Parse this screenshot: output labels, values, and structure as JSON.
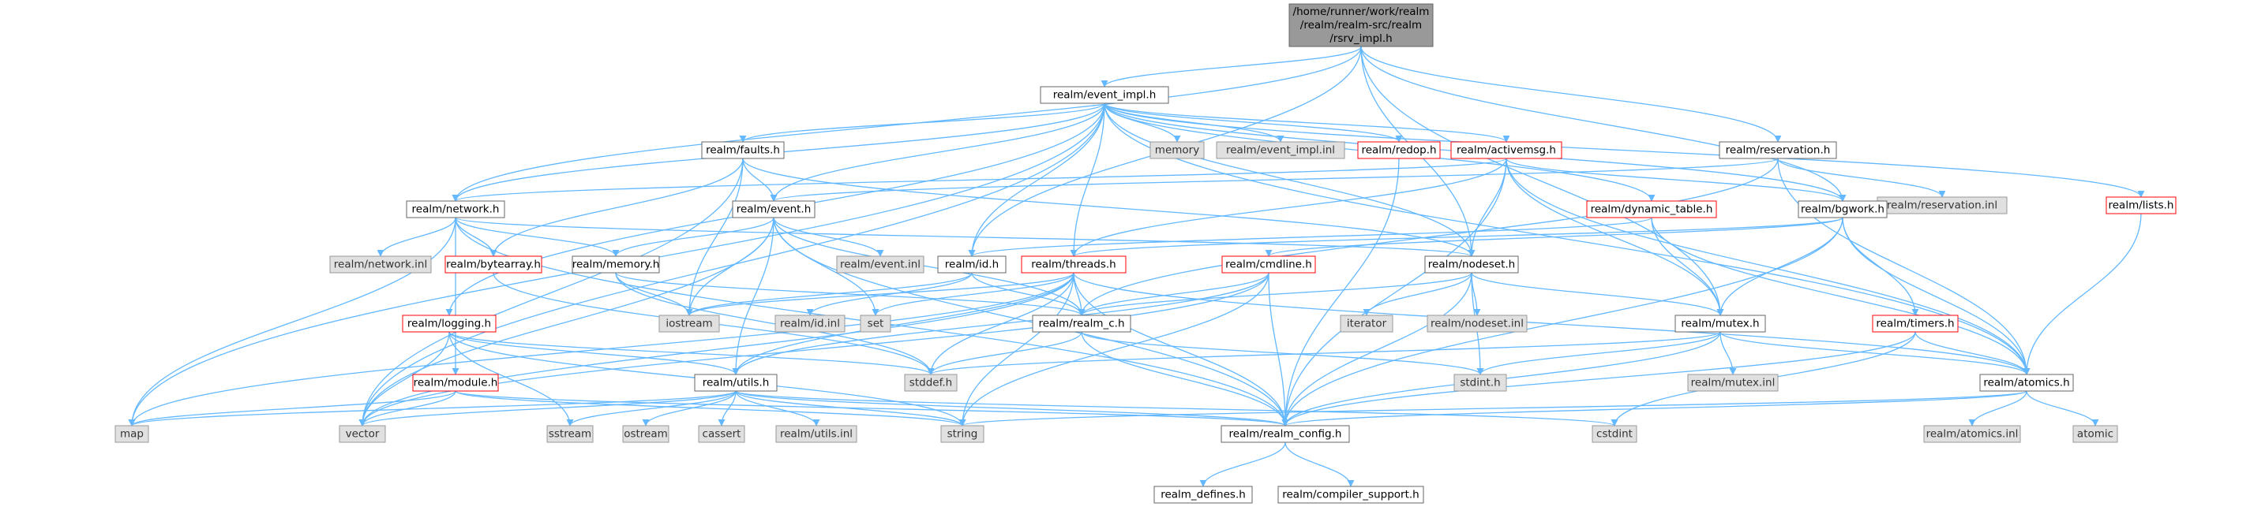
{
  "graph": {
    "nodes": [
      {
        "id": "root",
        "lines": [
          "/home/runner/work/realm",
          "/realm/realm-src/realm",
          "/rsrv_impl.h"
        ],
        "kind": "root"
      },
      {
        "id": "event_impl",
        "lines": [
          "realm/event_impl.h"
        ],
        "kind": "doc"
      },
      {
        "id": "faults",
        "lines": [
          "realm/faults.h"
        ],
        "kind": "doc"
      },
      {
        "id": "memory",
        "lines": [
          "memory"
        ],
        "kind": "std"
      },
      {
        "id": "event_impl_inl",
        "lines": [
          "realm/event_impl.inl"
        ],
        "kind": "std"
      },
      {
        "id": "redop",
        "lines": [
          "realm/redop.h"
        ],
        "kind": "red"
      },
      {
        "id": "activemsg",
        "lines": [
          "realm/activemsg.h"
        ],
        "kind": "red"
      },
      {
        "id": "reservation",
        "lines": [
          "realm/reservation.h"
        ],
        "kind": "doc"
      },
      {
        "id": "reservation_inl",
        "lines": [
          "realm/reservation.inl"
        ],
        "kind": "std"
      },
      {
        "id": "lists",
        "lines": [
          "realm/lists.h"
        ],
        "kind": "red"
      },
      {
        "id": "network",
        "lines": [
          "realm/network.h"
        ],
        "kind": "doc"
      },
      {
        "id": "event",
        "lines": [
          "realm/event.h"
        ],
        "kind": "doc"
      },
      {
        "id": "dynamic_table",
        "lines": [
          "realm/dynamic_table.h"
        ],
        "kind": "red"
      },
      {
        "id": "bgwork",
        "lines": [
          "realm/bgwork.h"
        ],
        "kind": "doc"
      },
      {
        "id": "network_inl",
        "lines": [
          "realm/network.inl"
        ],
        "kind": "std"
      },
      {
        "id": "bytearray",
        "lines": [
          "realm/bytearray.h"
        ],
        "kind": "red"
      },
      {
        "id": "rmemory",
        "lines": [
          "realm/memory.h"
        ],
        "kind": "doc"
      },
      {
        "id": "event_inl",
        "lines": [
          "realm/event.inl"
        ],
        "kind": "std"
      },
      {
        "id": "id",
        "lines": [
          "realm/id.h"
        ],
        "kind": "doc"
      },
      {
        "id": "threads",
        "lines": [
          "realm/threads.h"
        ],
        "kind": "red"
      },
      {
        "id": "cmdline",
        "lines": [
          "realm/cmdline.h"
        ],
        "kind": "red"
      },
      {
        "id": "nodeset",
        "lines": [
          "realm/nodeset.h"
        ],
        "kind": "doc"
      },
      {
        "id": "logging",
        "lines": [
          "realm/logging.h"
        ],
        "kind": "red"
      },
      {
        "id": "iostream",
        "lines": [
          "iostream"
        ],
        "kind": "std"
      },
      {
        "id": "id_inl",
        "lines": [
          "realm/id.inl"
        ],
        "kind": "std"
      },
      {
        "id": "set",
        "lines": [
          "set"
        ],
        "kind": "std"
      },
      {
        "id": "realm_c",
        "lines": [
          "realm/realm_c.h"
        ],
        "kind": "doc"
      },
      {
        "id": "iterator",
        "lines": [
          "iterator"
        ],
        "kind": "std"
      },
      {
        "id": "nodeset_inl",
        "lines": [
          "realm/nodeset.inl"
        ],
        "kind": "std"
      },
      {
        "id": "mutex",
        "lines": [
          "realm/mutex.h"
        ],
        "kind": "doc"
      },
      {
        "id": "timers",
        "lines": [
          "realm/timers.h"
        ],
        "kind": "red"
      },
      {
        "id": "module",
        "lines": [
          "realm/module.h"
        ],
        "kind": "red"
      },
      {
        "id": "stddef",
        "lines": [
          "stddef.h"
        ],
        "kind": "std"
      },
      {
        "id": "stdint",
        "lines": [
          "stdint.h"
        ],
        "kind": "std"
      },
      {
        "id": "mutex_inl",
        "lines": [
          "realm/mutex.inl"
        ],
        "kind": "std"
      },
      {
        "id": "utils",
        "lines": [
          "realm/utils.h"
        ],
        "kind": "doc"
      },
      {
        "id": "atomics",
        "lines": [
          "realm/atomics.h"
        ],
        "kind": "doc"
      },
      {
        "id": "map",
        "lines": [
          "map"
        ],
        "kind": "std"
      },
      {
        "id": "vector",
        "lines": [
          "vector"
        ],
        "kind": "std"
      },
      {
        "id": "sstream",
        "lines": [
          "sstream"
        ],
        "kind": "std"
      },
      {
        "id": "ostream",
        "lines": [
          "ostream"
        ],
        "kind": "std"
      },
      {
        "id": "cassert",
        "lines": [
          "cassert"
        ],
        "kind": "std"
      },
      {
        "id": "utils_inl",
        "lines": [
          "realm/utils.inl"
        ],
        "kind": "std"
      },
      {
        "id": "string",
        "lines": [
          "string"
        ],
        "kind": "std"
      },
      {
        "id": "realm_config",
        "lines": [
          "realm/realm_config.h"
        ],
        "kind": "doc"
      },
      {
        "id": "cstdint",
        "lines": [
          "cstdint"
        ],
        "kind": "std"
      },
      {
        "id": "atomics_inl",
        "lines": [
          "realm/atomics.inl"
        ],
        "kind": "std"
      },
      {
        "id": "atomic",
        "lines": [
          "atomic"
        ],
        "kind": "std"
      },
      {
        "id": "realm_defines",
        "lines": [
          "realm_defines.h"
        ],
        "kind": "doc"
      },
      {
        "id": "compiler_support",
        "lines": [
          "realm/compiler_support.h"
        ],
        "kind": "doc"
      }
    ],
    "edges": [
      [
        "root",
        "event_impl"
      ],
      [
        "root",
        "network"
      ],
      [
        "root",
        "id"
      ],
      [
        "root",
        "nodeset"
      ],
      [
        "root",
        "bgwork"
      ],
      [
        "root",
        "reservation"
      ],
      [
        "root",
        "mutex"
      ],
      [
        "event_impl",
        "faults"
      ],
      [
        "event_impl",
        "memory"
      ],
      [
        "event_impl",
        "event_impl_inl"
      ],
      [
        "event_impl",
        "redop"
      ],
      [
        "event_impl",
        "activemsg"
      ],
      [
        "event_impl",
        "lists"
      ],
      [
        "event_impl",
        "network"
      ],
      [
        "event_impl",
        "event"
      ],
      [
        "event_impl",
        "id"
      ],
      [
        "event_impl",
        "threads"
      ],
      [
        "event_impl",
        "nodeset"
      ],
      [
        "event_impl",
        "dynamic_table"
      ],
      [
        "event_impl",
        "bgwork"
      ],
      [
        "event_impl",
        "logging"
      ],
      [
        "event_impl",
        "map"
      ],
      [
        "event_impl",
        "vector"
      ],
      [
        "event_impl",
        "atomics"
      ],
      [
        "faults",
        "event"
      ],
      [
        "faults",
        "bytearray"
      ],
      [
        "faults",
        "iostream"
      ],
      [
        "faults",
        "vector"
      ],
      [
        "faults",
        "nodeset"
      ],
      [
        "redop",
        "realm_config"
      ],
      [
        "activemsg",
        "network"
      ],
      [
        "activemsg",
        "threads"
      ],
      [
        "activemsg",
        "nodeset"
      ],
      [
        "activemsg",
        "mutex"
      ],
      [
        "activemsg",
        "bgwork"
      ],
      [
        "activemsg",
        "atomics"
      ],
      [
        "activemsg",
        "realm_config"
      ],
      [
        "reservation",
        "event"
      ],
      [
        "reservation",
        "reservation_inl"
      ],
      [
        "reservation",
        "atomics"
      ],
      [
        "reservation",
        "realm_c"
      ],
      [
        "lists",
        "atomics"
      ],
      [
        "network",
        "network_inl"
      ],
      [
        "network",
        "bytearray"
      ],
      [
        "network",
        "rmemory"
      ],
      [
        "network",
        "module"
      ],
      [
        "network",
        "nodeset"
      ],
      [
        "network",
        "map"
      ],
      [
        "network",
        "realm_config"
      ],
      [
        "event",
        "event_inl"
      ],
      [
        "event",
        "rmemory"
      ],
      [
        "event",
        "iostream"
      ],
      [
        "event",
        "set"
      ],
      [
        "event",
        "utils"
      ],
      [
        "event",
        "vector"
      ],
      [
        "event",
        "realm_c"
      ],
      [
        "event",
        "realm_config"
      ],
      [
        "dynamic_table",
        "mutex"
      ],
      [
        "dynamic_table",
        "atomics"
      ],
      [
        "dynamic_table",
        "id"
      ],
      [
        "bgwork",
        "mutex"
      ],
      [
        "bgwork",
        "threads"
      ],
      [
        "bgwork",
        "timers"
      ],
      [
        "bgwork",
        "atomics"
      ],
      [
        "bgwork",
        "cmdline"
      ],
      [
        "bgwork",
        "realm_config"
      ],
      [
        "bytearray",
        "stddef"
      ],
      [
        "rmemory",
        "iostream"
      ],
      [
        "rmemory",
        "realm_c"
      ],
      [
        "rmemory",
        "stddef"
      ],
      [
        "id",
        "iostream"
      ],
      [
        "id",
        "id_inl"
      ],
      [
        "id",
        "realm_c"
      ],
      [
        "threads",
        "realm_c"
      ],
      [
        "threads",
        "utils"
      ],
      [
        "threads",
        "atomics"
      ],
      [
        "threads",
        "iostream"
      ],
      [
        "threads",
        "string"
      ],
      [
        "threads",
        "map"
      ],
      [
        "threads",
        "vector"
      ],
      [
        "threads",
        "realm_config"
      ],
      [
        "threads",
        "set"
      ],
      [
        "threads",
        "stddef"
      ],
      [
        "cmdline",
        "realm_c"
      ],
      [
        "cmdline",
        "string"
      ],
      [
        "cmdline",
        "vector"
      ],
      [
        "cmdline",
        "realm_config"
      ],
      [
        "cmdline",
        "utils"
      ],
      [
        "nodeset",
        "iterator"
      ],
      [
        "nodeset",
        "nodeset_inl"
      ],
      [
        "nodeset",
        "mutex"
      ],
      [
        "nodeset",
        "stdint"
      ],
      [
        "nodeset",
        "realm_config"
      ],
      [
        "nodeset",
        "realm_c"
      ],
      [
        "logging",
        "utils"
      ],
      [
        "logging",
        "sstream"
      ],
      [
        "logging",
        "vector"
      ],
      [
        "logging",
        "stddef"
      ],
      [
        "logging",
        "string"
      ],
      [
        "realm_c",
        "realm_config"
      ],
      [
        "realm_c",
        "stddef"
      ],
      [
        "realm_c",
        "stdint"
      ],
      [
        "mutex",
        "stdint"
      ],
      [
        "mutex",
        "mutex_inl"
      ],
      [
        "mutex",
        "atomics"
      ],
      [
        "mutex",
        "realm_config"
      ],
      [
        "mutex",
        "stddef"
      ],
      [
        "timers",
        "atomics"
      ],
      [
        "timers",
        "realm_config"
      ],
      [
        "timers",
        "cstdint"
      ],
      [
        "module",
        "map"
      ],
      [
        "module",
        "vector"
      ],
      [
        "module",
        "string"
      ],
      [
        "module",
        "realm_config"
      ],
      [
        "utils",
        "map"
      ],
      [
        "utils",
        "vector"
      ],
      [
        "utils",
        "sstream"
      ],
      [
        "utils",
        "ostream"
      ],
      [
        "utils",
        "cassert"
      ],
      [
        "utils",
        "utils_inl"
      ],
      [
        "utils",
        "string"
      ],
      [
        "utils",
        "realm_config"
      ],
      [
        "utils",
        "cstdint"
      ],
      [
        "atomics",
        "realm_config"
      ],
      [
        "atomics",
        "atomics_inl"
      ],
      [
        "atomics",
        "atomic"
      ],
      [
        "atomics",
        "string"
      ],
      [
        "realm_config",
        "realm_defines"
      ],
      [
        "realm_config",
        "compiler_support"
      ]
    ]
  }
}
